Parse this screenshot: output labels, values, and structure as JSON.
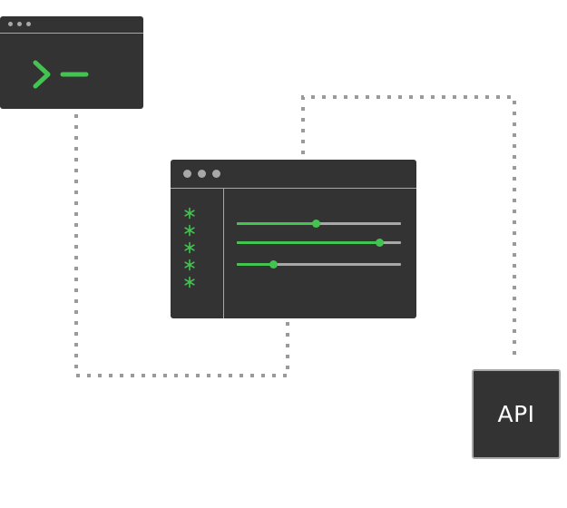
{
  "colors": {
    "window_bg": "#333333",
    "accent_green": "#43c451",
    "muted_gray": "#a8a8a8",
    "connector_gray": "#9a9a9a",
    "page_bg": "#ffffff"
  },
  "terminal": {
    "icon": "terminal-prompt-icon",
    "window_dots": 3
  },
  "settings": {
    "window_dots": 3,
    "sidebar_icon": "asterisk-icon",
    "sidebar_items": 5,
    "sliders": [
      {
        "value": 0.48
      },
      {
        "value": 0.87
      },
      {
        "value": 0.22
      }
    ]
  },
  "api": {
    "label": "API"
  }
}
